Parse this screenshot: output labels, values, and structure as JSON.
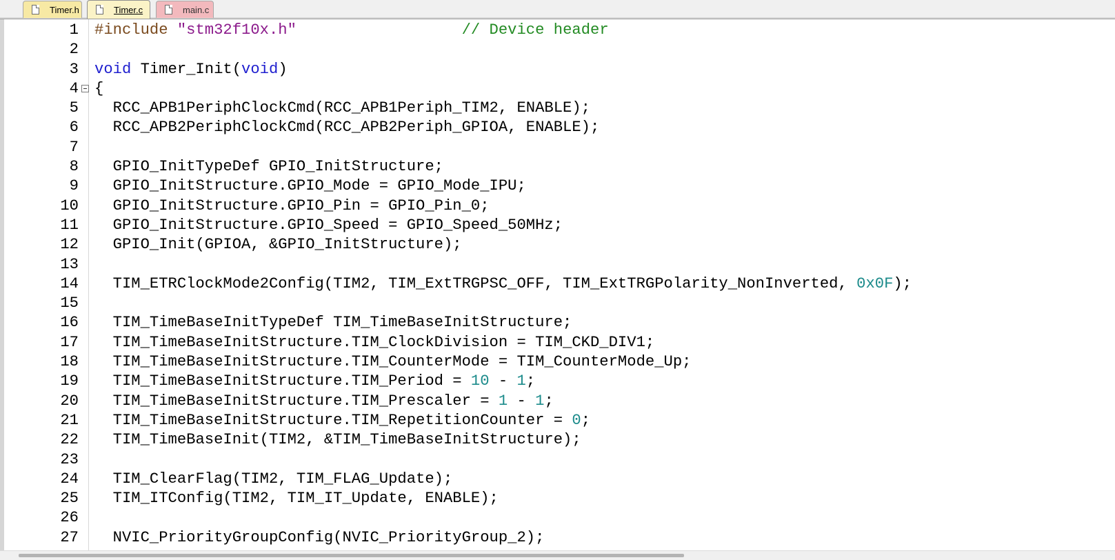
{
  "tabs": [
    {
      "label": "Timer.h",
      "icon": "file-icon",
      "active": false
    },
    {
      "label": "Timer.c",
      "icon": "file-icon",
      "active": true
    },
    {
      "label": "main.c",
      "icon": "file-icon",
      "active": false
    }
  ],
  "colors": {
    "keyword": "#1f1fcf",
    "preprocessor": "#7a4a1e",
    "string": "#8b1a8b",
    "comment": "#238b23",
    "number": "#1c8b8b"
  },
  "lines": [
    {
      "n": "1",
      "parts": [
        [
          "pp",
          "#include "
        ],
        [
          "str",
          "\"stm32f10x.h\""
        ],
        [
          "",
          "                  "
        ],
        [
          "cmt",
          "// Device header"
        ]
      ]
    },
    {
      "n": "2",
      "parts": []
    },
    {
      "n": "3",
      "parts": [
        [
          "kw",
          "void"
        ],
        [
          "",
          " Timer_Init("
        ],
        [
          "kw",
          "void"
        ],
        [
          "",
          ")"
        ]
      ]
    },
    {
      "n": "4",
      "fold": true,
      "parts": [
        [
          "",
          "{"
        ]
      ]
    },
    {
      "n": "5",
      "parts": [
        [
          "",
          "  RCC_APB1PeriphClockCmd(RCC_APB1Periph_TIM2, ENABLE);"
        ]
      ]
    },
    {
      "n": "6",
      "parts": [
        [
          "",
          "  RCC_APB2PeriphClockCmd(RCC_APB2Periph_GPIOA, ENABLE);"
        ]
      ]
    },
    {
      "n": "7",
      "parts": []
    },
    {
      "n": "8",
      "parts": [
        [
          "",
          "  GPIO_InitTypeDef GPIO_InitStructure;"
        ]
      ]
    },
    {
      "n": "9",
      "parts": [
        [
          "",
          "  GPIO_InitStructure.GPIO_Mode = GPIO_Mode_IPU;"
        ]
      ]
    },
    {
      "n": "10",
      "parts": [
        [
          "",
          "  GPIO_InitStructure.GPIO_Pin = GPIO_Pin_0;"
        ]
      ]
    },
    {
      "n": "11",
      "parts": [
        [
          "",
          "  GPIO_InitStructure.GPIO_Speed = GPIO_Speed_50MHz;"
        ]
      ]
    },
    {
      "n": "12",
      "parts": [
        [
          "",
          "  GPIO_Init(GPIOA, &GPIO_InitStructure);"
        ]
      ]
    },
    {
      "n": "13",
      "parts": []
    },
    {
      "n": "14",
      "parts": [
        [
          "",
          "  TIM_ETRClockMode2Config(TIM2, TIM_ExtTRGPSC_OFF, TIM_ExtTRGPolarity_NonInverted, "
        ],
        [
          "num",
          "0x0F"
        ],
        [
          "",
          ");"
        ]
      ]
    },
    {
      "n": "15",
      "parts": []
    },
    {
      "n": "16",
      "parts": [
        [
          "",
          "  TIM_TimeBaseInitTypeDef TIM_TimeBaseInitStructure;"
        ]
      ]
    },
    {
      "n": "17",
      "parts": [
        [
          "",
          "  TIM_TimeBaseInitStructure.TIM_ClockDivision = TIM_CKD_DIV1;"
        ]
      ]
    },
    {
      "n": "18",
      "parts": [
        [
          "",
          "  TIM_TimeBaseInitStructure.TIM_CounterMode = TIM_CounterMode_Up;"
        ]
      ]
    },
    {
      "n": "19",
      "parts": [
        [
          "",
          "  TIM_TimeBaseInitStructure.TIM_Period = "
        ],
        [
          "num",
          "10"
        ],
        [
          "",
          " - "
        ],
        [
          "num",
          "1"
        ],
        [
          "",
          ";"
        ]
      ]
    },
    {
      "n": "20",
      "parts": [
        [
          "",
          "  TIM_TimeBaseInitStructure.TIM_Prescaler = "
        ],
        [
          "num",
          "1"
        ],
        [
          "",
          " - "
        ],
        [
          "num",
          "1"
        ],
        [
          "",
          ";"
        ]
      ]
    },
    {
      "n": "21",
      "parts": [
        [
          "",
          "  TIM_TimeBaseInitStructure.TIM_RepetitionCounter = "
        ],
        [
          "num",
          "0"
        ],
        [
          "",
          ";"
        ]
      ]
    },
    {
      "n": "22",
      "parts": [
        [
          "",
          "  TIM_TimeBaseInit(TIM2, &TIM_TimeBaseInitStructure);"
        ]
      ]
    },
    {
      "n": "23",
      "parts": []
    },
    {
      "n": "24",
      "parts": [
        [
          "",
          "  TIM_ClearFlag(TIM2, TIM_FLAG_Update);"
        ]
      ]
    },
    {
      "n": "25",
      "parts": [
        [
          "",
          "  TIM_ITConfig(TIM2, TIM_IT_Update, ENABLE);"
        ]
      ]
    },
    {
      "n": "26",
      "parts": []
    },
    {
      "n": "27",
      "parts": [
        [
          "",
          "  NVIC_PriorityGroupConfig(NVIC_PriorityGroup_2);"
        ]
      ]
    }
  ]
}
